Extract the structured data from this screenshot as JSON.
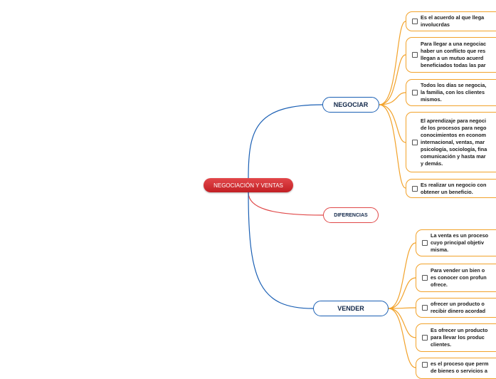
{
  "root": {
    "label": "NEGOCIACIÓN Y VENTAS"
  },
  "branches": {
    "negociar": {
      "label": "NEGOCIAR"
    },
    "diferencias": {
      "label": "DIFERENCIAS"
    },
    "vender": {
      "label": "VENDER"
    }
  },
  "negociar_leaves": [
    {
      "text": "Es el acuerdo  al que llega\ninvolucrdas"
    },
    {
      "text": "Para llegar a una negociac\nhaber un conflicto que res\nllegan a un mutuo acuerd\nbeneficiados todas las par"
    },
    {
      "text": "Todos los días se negocia,\nla familia, con los clientes\nmismos."
    },
    {
      "text": "El aprendizaje para negoci\nde los procesos para nego\nconocimientos en econom\ninternacional, ventas, mar\npsicología, sociología, fina\ncomunicación y hasta mar\ny demás."
    },
    {
      "text": "Es realizar un negocio con\nobtener un beneficio."
    }
  ],
  "vender_leaves": [
    {
      "text": "La venta es un proceso\ncuyo principal objetiv\nmisma."
    },
    {
      "text": "Para vender un bien o\nes conocer con profun\nofrece."
    },
    {
      "text": "ofrecer un producto o\nrecibir dinero acordad"
    },
    {
      "text": "Es ofrecer un producto\npara llevar los produc\nclientes."
    },
    {
      "text": "es el proceso que perm\nde bienes o servicios a"
    }
  ],
  "colors": {
    "root": "#d2302f",
    "blue_link": "#1a5fb4",
    "red_link": "#e04848",
    "orange_link": "#f2a22a"
  },
  "icons": {
    "leaf_marker": "checkbox-icon"
  }
}
